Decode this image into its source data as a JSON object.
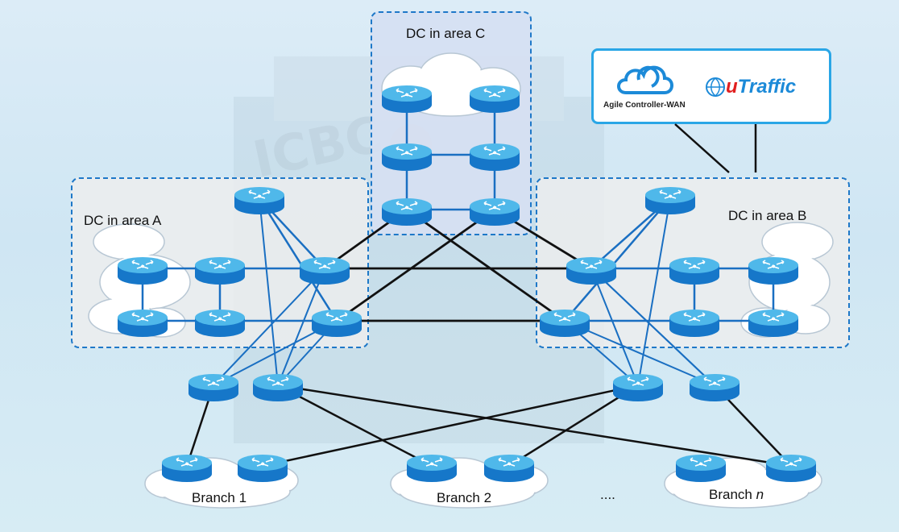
{
  "zones": {
    "a": {
      "label": "DC in area A"
    },
    "b": {
      "label": "DC in area B"
    },
    "c": {
      "label": "DC in area C"
    }
  },
  "controller": {
    "agile_label": "Agile Controller-WAN",
    "utraffic_prefix": "u",
    "utraffic_suffix": "Traffic"
  },
  "branches": [
    {
      "label": "Branch 1"
    },
    {
      "label": "Branch 2"
    },
    {
      "label_prefix": "Branch ",
      "label_var": "n"
    }
  ],
  "ellipsis": "....",
  "background_watermark": "ICBC",
  "colors": {
    "accent": "#1e78c8",
    "router_top": "#4fb8ea",
    "router_body": "#1677c9",
    "link_black": "#111111",
    "link_blue": "#1a6fc2",
    "controller_border": "#2aa6e6"
  }
}
